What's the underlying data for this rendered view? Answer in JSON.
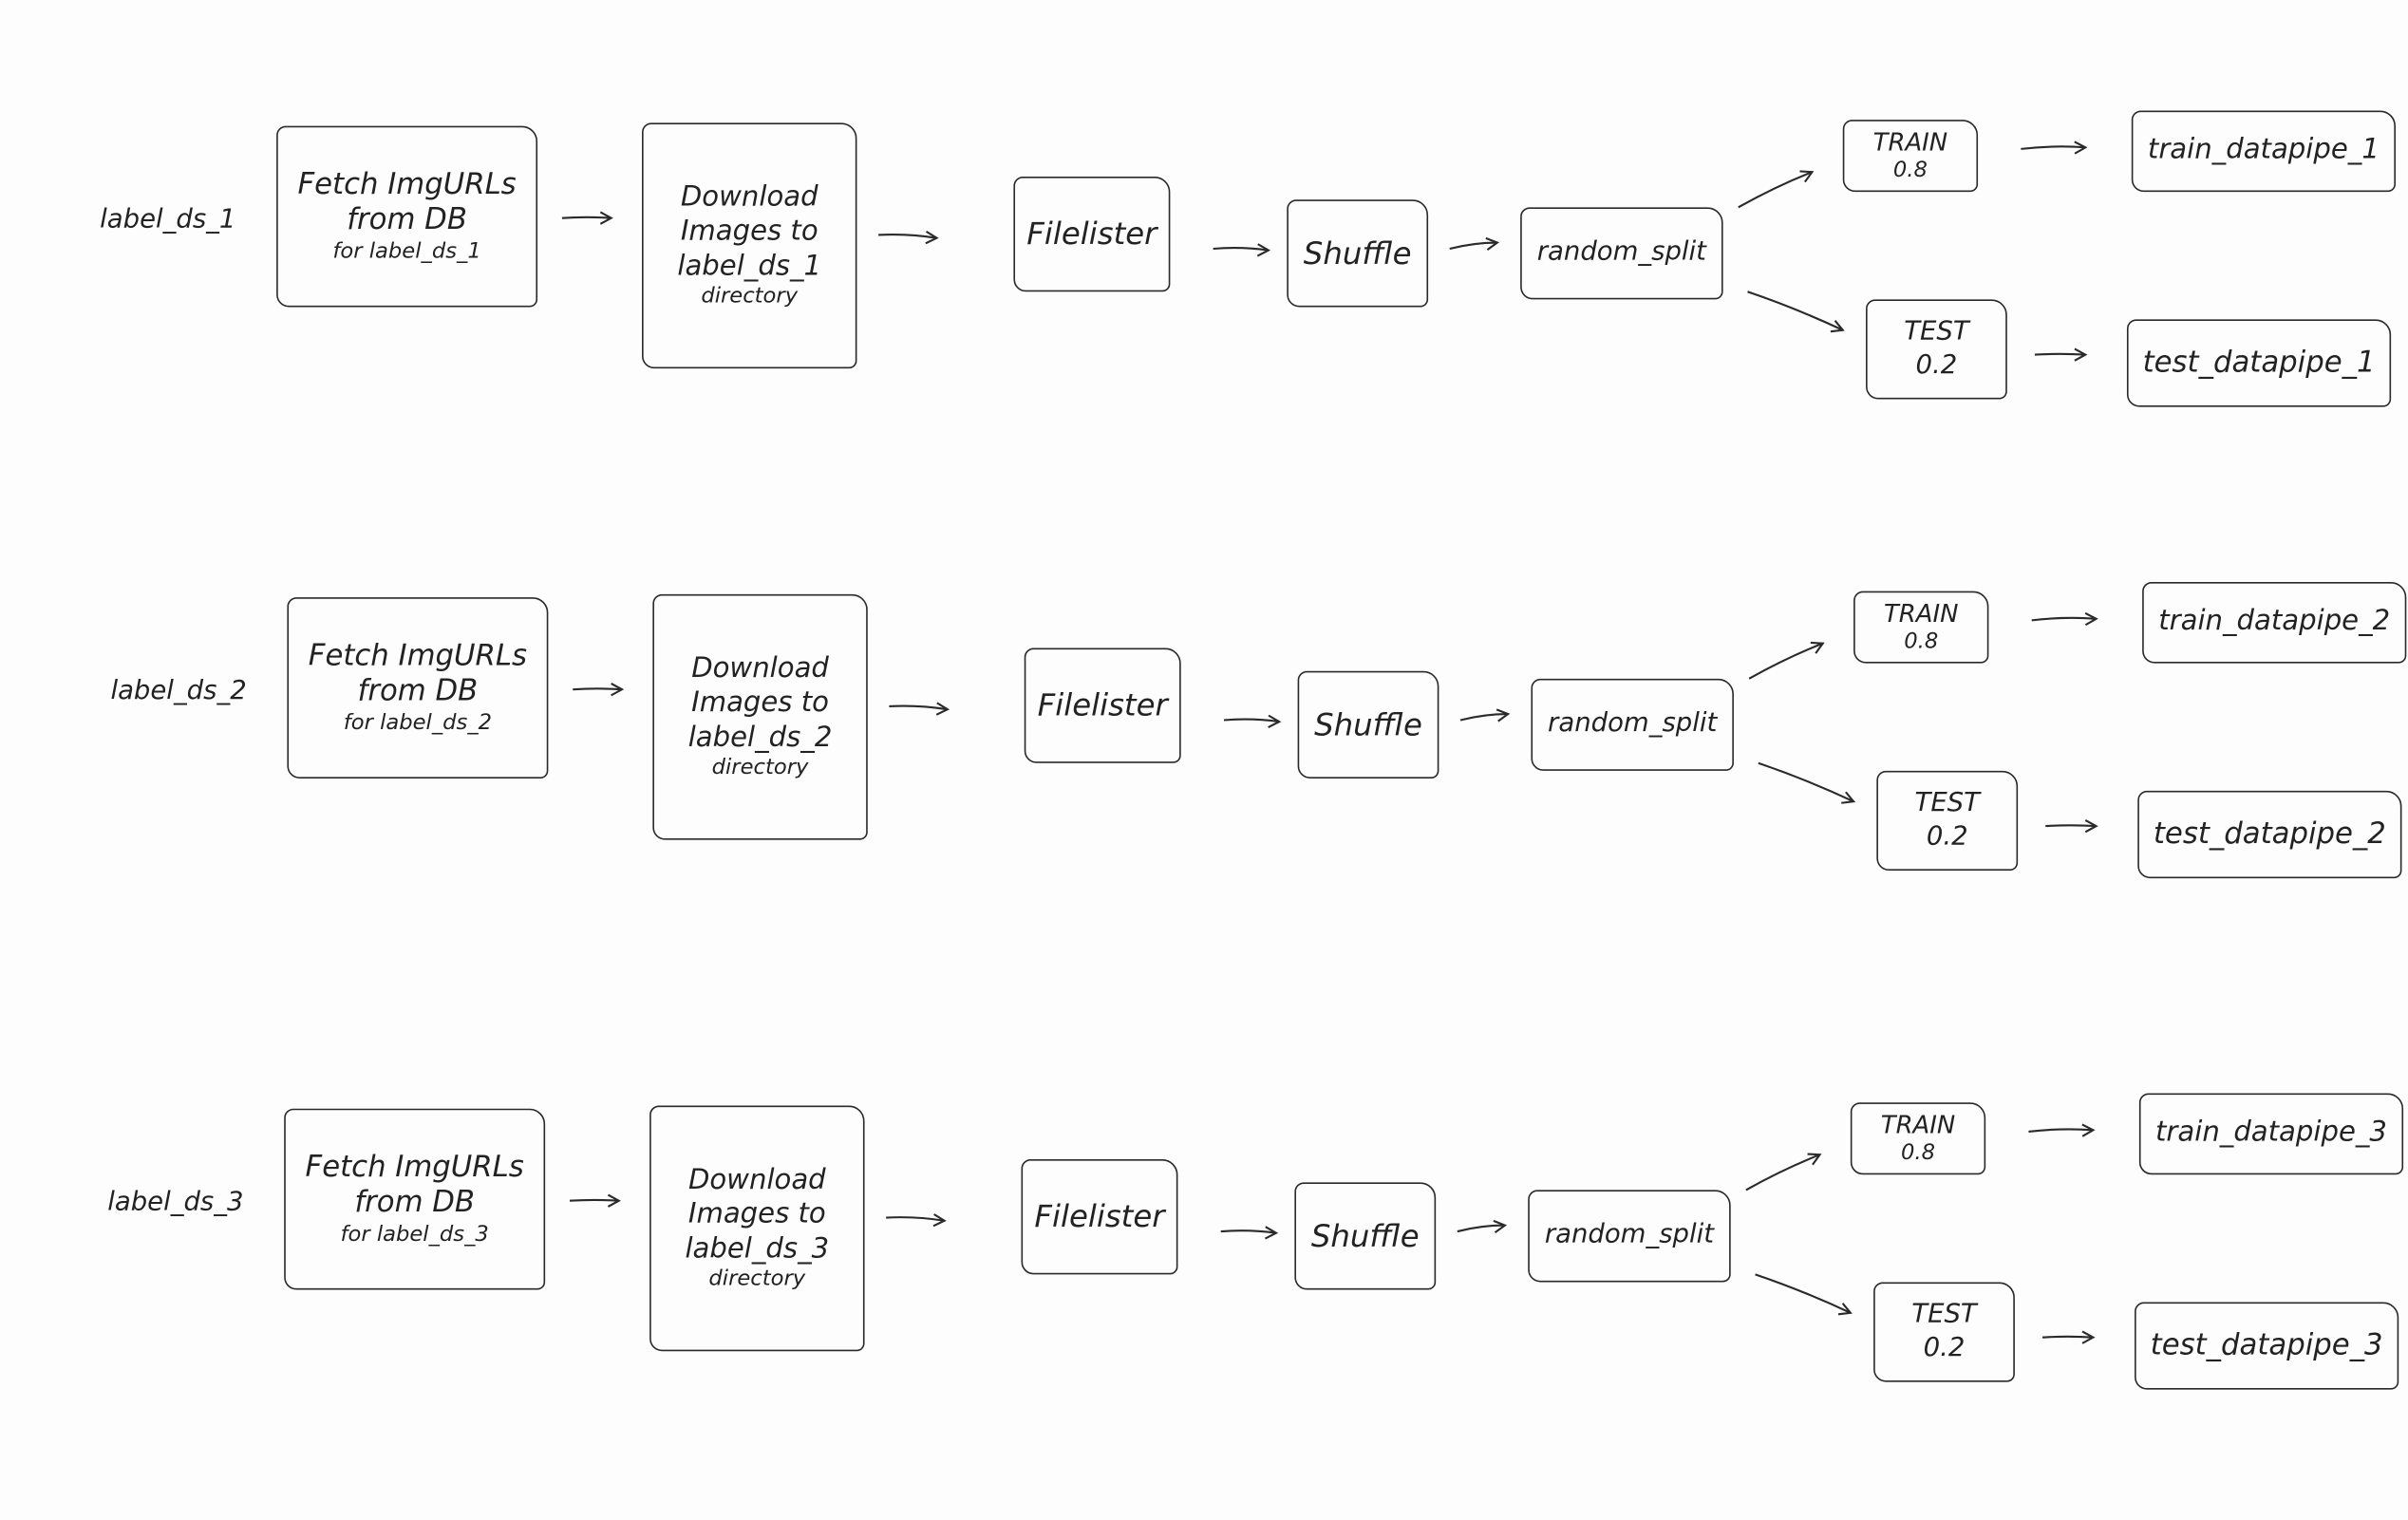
{
  "rows": [
    {
      "label": "label_ds_1",
      "fetch": [
        "Fetch ImgURLs",
        "from DB",
        "for label_ds_1"
      ],
      "download": [
        "Download",
        "Images to",
        "label_ds_1",
        "directory"
      ],
      "filelister": "Filelister",
      "shuffle": "Shuffle",
      "random_split": "random_split",
      "train": {
        "label": "TRAIN",
        "ratio": "0.8"
      },
      "test": {
        "label": "TEST",
        "ratio": "0.2"
      },
      "train_datapipe": "train_datapipe_1",
      "test_datapipe": "test_datapipe_1"
    },
    {
      "label": "label_ds_2",
      "fetch": [
        "Fetch ImgURLs",
        "from DB",
        "for label_ds_2"
      ],
      "download": [
        "Download",
        "Images to",
        "label_ds_2",
        "directory"
      ],
      "filelister": "Filelister",
      "shuffle": "Shuffle",
      "random_split": "random_split",
      "train": {
        "label": "TRAIN",
        "ratio": "0.8"
      },
      "test": {
        "label": "TEST",
        "ratio": "0.2"
      },
      "train_datapipe": "train_datapipe_2",
      "test_datapipe": "test_datapipe_2"
    },
    {
      "label": "label_ds_3",
      "fetch": [
        "Fetch ImgURLs",
        "from DB",
        "for label_ds_3"
      ],
      "download": [
        "Download",
        "Images to",
        "label_ds_3",
        "directory"
      ],
      "filelister": "Filelister",
      "shuffle": "Shuffle",
      "random_split": "random_split",
      "train": {
        "label": "TRAIN",
        "ratio": "0.8"
      },
      "test": {
        "label": "TEST",
        "ratio": "0.2"
      },
      "train_datapipe": "train_datapipe_3",
      "test_datapipe": "test_datapipe_3"
    }
  ]
}
